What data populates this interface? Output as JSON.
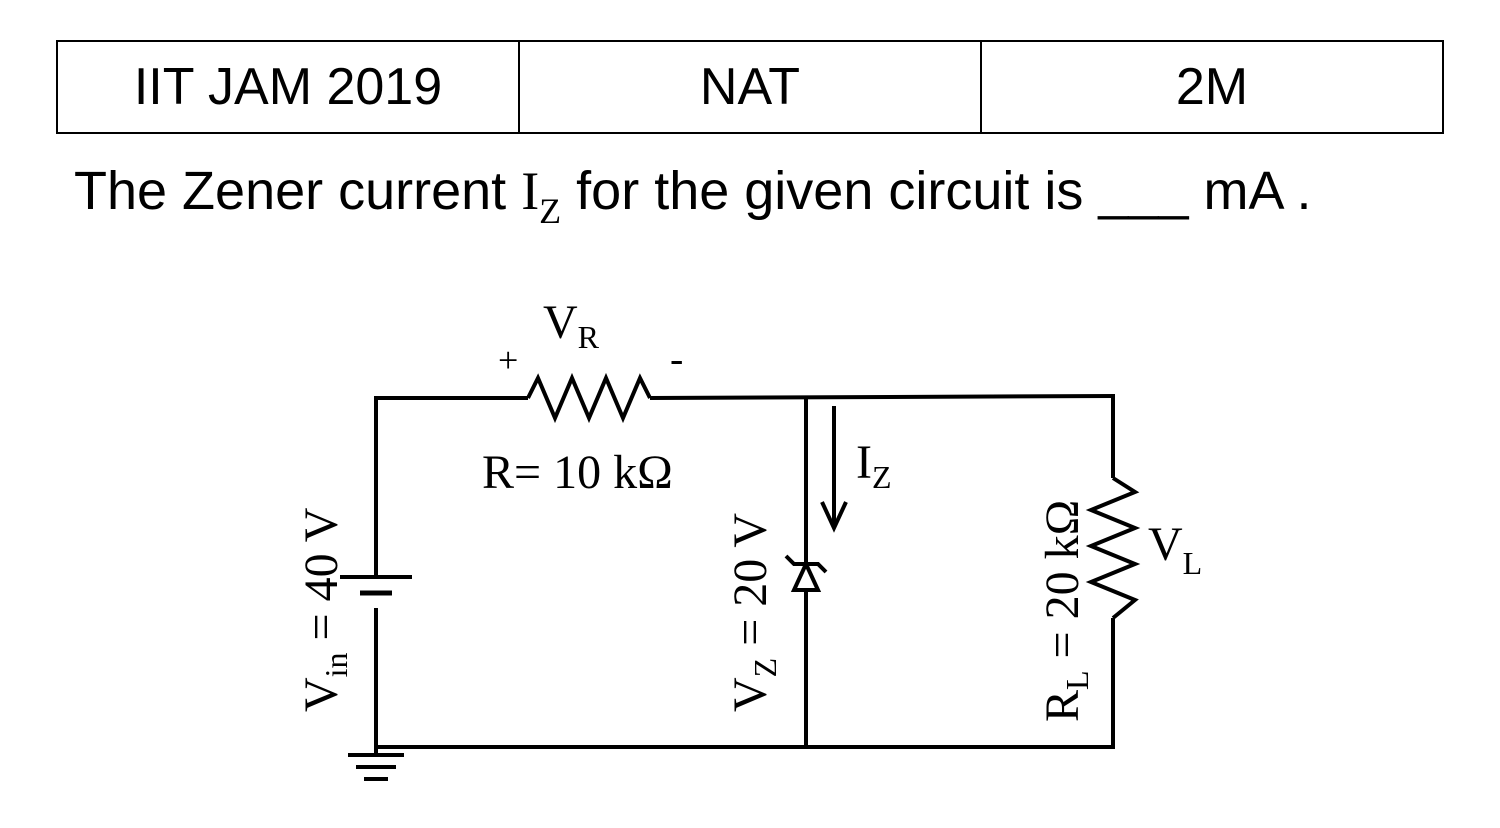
{
  "header": {
    "exam": "IIT JAM 2019",
    "type": "NAT",
    "marks": "2M"
  },
  "question": {
    "prefix": "The Zener current ",
    "symbol": "I",
    "symbol_sub": "Z",
    "suffix": " for the given circuit is ___ mA ."
  },
  "circuit": {
    "vr_label": "V",
    "vr_sub": "R",
    "plus": "+",
    "minus": "-",
    "r_label": "R= 10 kΩ",
    "vin_label": "V",
    "vin_sub": "in",
    "vin_value": " = 40 V",
    "vz_label": "V",
    "vz_sub": "Z",
    "vz_value": " = 20 V",
    "iz_label": "I",
    "iz_sub": "Z",
    "rl_label": "R",
    "rl_sub": "L",
    "rl_value": " = 20 kΩ",
    "vl_label": "V",
    "vl_sub": "L"
  }
}
